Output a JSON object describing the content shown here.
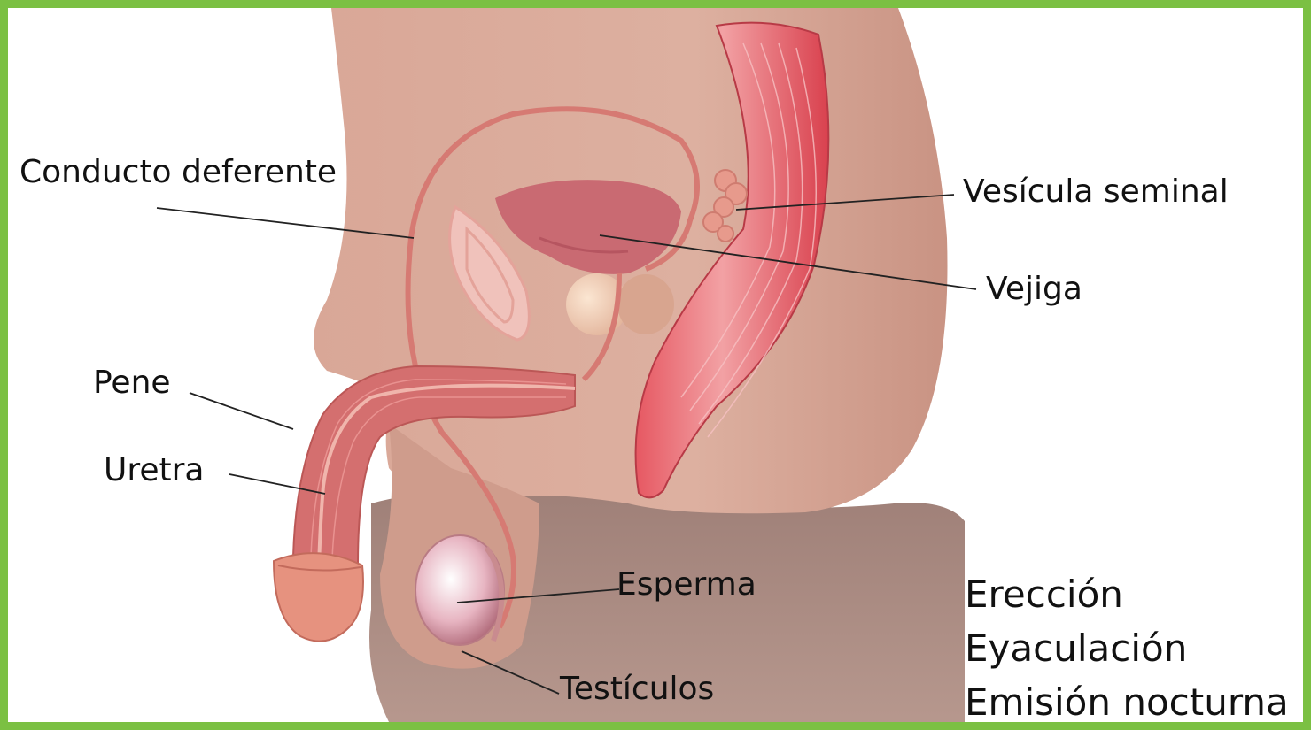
{
  "labels": {
    "conducto_deferente": "Conducto deferente",
    "vesicula_seminal": "Vesícula seminal",
    "vejiga": "Vejiga",
    "pene": "Pene",
    "uretra": "Uretra",
    "esperma": "Esperma",
    "testiculos": "Testículos"
  },
  "processes": [
    "Erección",
    "Eyaculación",
    "Emisión nocturna"
  ],
  "colors": {
    "border": "#7bc043",
    "skin": "#d7a592",
    "skin_dark": "#a9877d",
    "tissue_red": "#e0636a",
    "bladder": "#c96a72",
    "testis": "#f2d3da"
  }
}
